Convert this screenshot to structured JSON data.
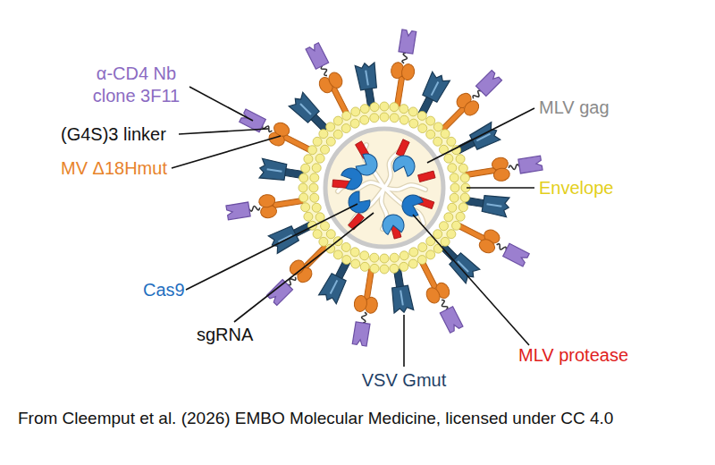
{
  "diagram": {
    "caption": "From Cleemput et al. (2026) EMBO Molecular Medicine, licensed under CC 4.0",
    "labels": [
      "α-CD4 Nb clone 3F11",
      "(G4S)3 linker",
      "MV Δ18Hmut",
      "MLV gag",
      "Envelope",
      "Cas9",
      "sgRNA",
      "VSV Gmut",
      "MLV protease"
    ]
  }
}
